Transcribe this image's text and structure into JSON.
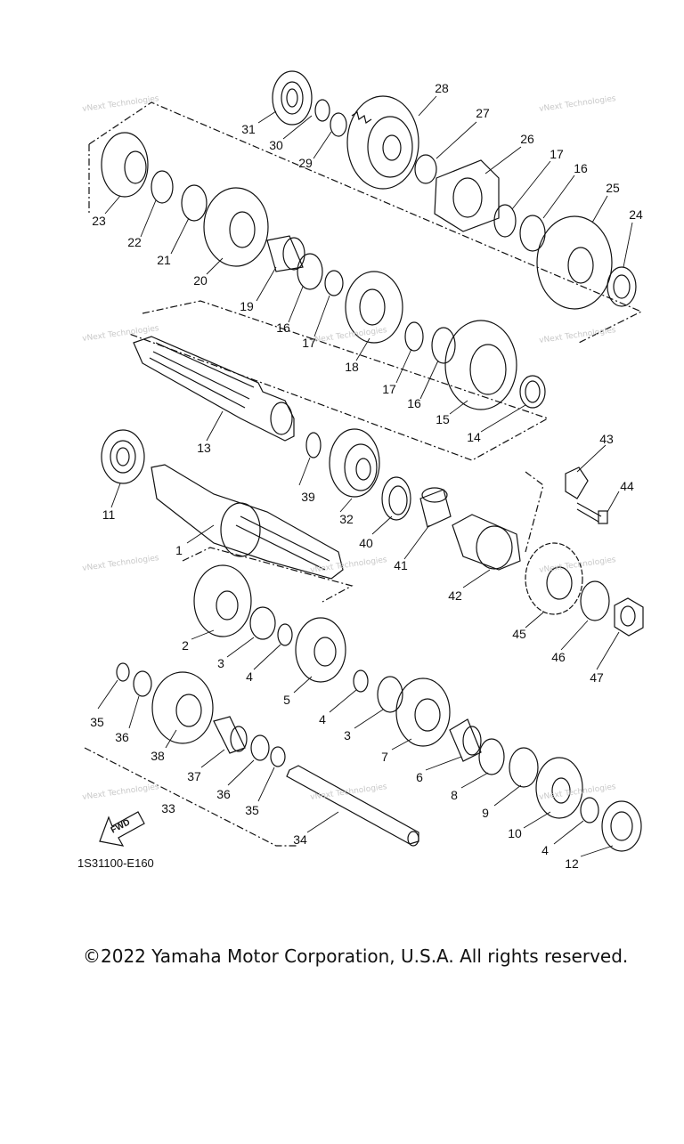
{
  "diagram": {
    "drawing_code": "1S31100-E160",
    "copyright": "©2022 Yamaha Motor Corporation, U.S.A. All rights reserved.",
    "direction_label": "FWD",
    "watermark": "vNext Technologies",
    "callouts": [
      "1",
      "2",
      "3",
      "3",
      "4",
      "4",
      "4",
      "5",
      "6",
      "7",
      "8",
      "9",
      "10",
      "11",
      "12",
      "13",
      "14",
      "15",
      "16",
      "16",
      "16",
      "17",
      "17",
      "17",
      "18",
      "19",
      "20",
      "21",
      "22",
      "23",
      "24",
      "25",
      "26",
      "27",
      "28",
      "29",
      "30",
      "31",
      "32",
      "33",
      "34",
      "35",
      "35",
      "36",
      "36",
      "37",
      "38",
      "39",
      "40",
      "41",
      "42",
      "43",
      "44",
      "45",
      "46",
      "47"
    ]
  }
}
